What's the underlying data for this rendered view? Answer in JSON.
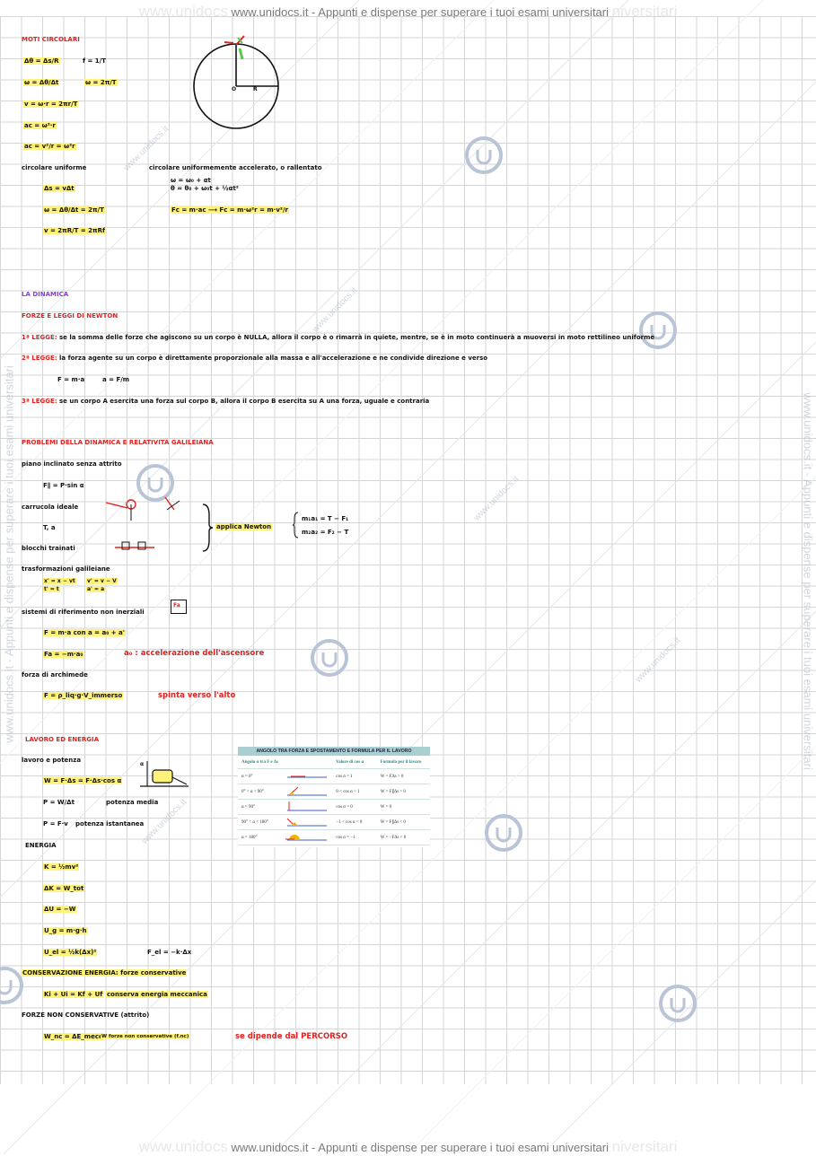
{
  "watermark": {
    "site": "www.unidocs.it",
    "text": "www.unidocs.it - Appunti e dispense per superare i tuoi esami universitari",
    "ghost_left": "www.unidocs",
    "ghost_right": "niversitari",
    "side_text": "www.unidocs.it - Appunti e dispense per superare i tuoi esami universitari"
  },
  "notes": {
    "moti_circolari": {
      "title": "MOTI CIRCOLARI",
      "line1a": "Δθ = Δs/R",
      "line1b": "f = 1/T",
      "line2a": "ω = Δθ/Δt",
      "line2b": "ω = 2π/T",
      "line3": "v = ω·r = 2πr/T",
      "line4": "ac = ω²·r",
      "line5": "ac = v²/r = ω²r",
      "unif_title": "circolare uniforme",
      "unif_acc_title": "circolare uniformemente accelerato, o rallentato",
      "u1": "Δs = vΔt",
      "u2": "ω = Δθ/Δt = 2π/T",
      "u3": "v = 2πR/T = 2πRf",
      "a1": "ω = ω₀ + αt",
      "a2": "θ = θ₀ + ω₀t + ½αt²",
      "a3": "Fc = m·ac ⟶ Fc = m·ω²r = m·v²/r",
      "fig_r": "R",
      "fig_o": "O"
    },
    "dinamica": {
      "title": "LA DINAMICA",
      "forze_title": "FORZE E LEGGI DI NEWTON",
      "l1_label": "1ª LEGGE:",
      "l1_text": "se la somma delle forze che agiscono su un corpo è NULLA, allora il corpo è o rimarrà in quiete, mentre, se è in moto continuerà a muoversi in moto rettilineo uniforme",
      "l2_label": "2ª LEGGE:",
      "l2_text": "la forza agente su un corpo è direttamente proporzionale alla massa e all'accelerazione e ne condivide direzione e verso",
      "l2_formula_a": "F = m·a",
      "l2_formula_b": "a = F/m",
      "l3_label": "3ª LEGGE:",
      "l3_text": "se un corpo A esercita una forza sul corpo B, allora il corpo B esercita su A una forza, uguale e contraria"
    },
    "problemi": {
      "title": "PROBLEMI DELLA DINAMICA E RELATIVITÀ GALILEIANA",
      "p1": "piano inclinato senza attrito",
      "p1f": "F∥ = P·sin α",
      "p2": "carrucola ideale",
      "p2f": "T, a",
      "p3": "blocchi trainati",
      "brace_label": "applica Newton",
      "s1": "m₁a₁ = T − F₁",
      "s2": "m₂a₂ = F₂ − T",
      "p4": "trasformazioni galileiane",
      "t1": "x' = x − vt",
      "t2": "t' = t",
      "t3": "v' = v − V",
      "t4": "a' = a",
      "p5": "sistemi di riferimento non inerziali",
      "fa_label": "Fa",
      "p5f1": "F = m·a   con a = a₀ + a'",
      "p5f2": "Fa = −m·a₀",
      "p5note": "a₀ : accelerazione dell'ascensore",
      "p6": "forza di archimede",
      "p6f": "F = ρ_liq·g·V_immerso",
      "p6note": "spinta verso l'alto"
    },
    "lavoro": {
      "title": "LAVORO ED ENERGIA",
      "l1": "lavoro e potenza",
      "f1": "W = F·Δs = F·Δs·cos α",
      "f2": "P = W/Δt",
      "f2note": "potenza media",
      "f3": "P = F·v",
      "f3note": "potenza istantanea",
      "fig_label": "α",
      "l2": "ENERGIA",
      "e1": "K = ½mv²",
      "e2": "ΔK = W_tot",
      "e3": "ΔU = −W",
      "e4": "U_g = m·g·h",
      "e5": "U_el = ½k(Δx)²",
      "e5b": "F_el = −k·Δx",
      "l3": "CONSERVAZIONE ENERGIA: forze conservative",
      "c1": "Ki + Ui = Kf + Uf",
      "c1note": "conserva energia meccanica",
      "l4": "FORZE NON CONSERVATIVE (attrito)",
      "c2": "W_nc = ΔE_mecc",
      "c2b": "W forze non conservative (f.nc)",
      "c2note": "se dipende dal PERCORSO"
    },
    "table": {
      "title": "ANGOLO TRA FORZA E SPOSTAMENTO E FORMULA PER IL LAVORO",
      "col1": "Angolo α tra F e Δs",
      "col2": "",
      "col3": "Valore di cos α",
      "col4": "Formula per il lavoro",
      "rows": [
        {
          "angle": "α = 0°",
          "cos": "cos α = 1",
          "formula": "W = FΔs > 0"
        },
        {
          "angle": "0° < α < 90°",
          "cos": "0 < cos α < 1",
          "formula": "W = F∥Δs > 0"
        },
        {
          "angle": "α = 90°",
          "cos": "cos α = 0",
          "formula": "W = 0"
        },
        {
          "angle": "90° < α < 180°",
          "cos": "−1 < cos α < 0",
          "formula": "W = F∥Δs < 0"
        },
        {
          "angle": "α = 180°",
          "cos": "cos α = −1",
          "formula": "W = −FΔs < 0"
        }
      ]
    }
  },
  "colors": {
    "heading_red": "#e4211f",
    "heading_purple": "#8a3fd0",
    "highlight": "#fff27a",
    "grid": "#d6d6d6",
    "table_head": "#a9cfd0",
    "watermark": "#a8b3c5"
  }
}
